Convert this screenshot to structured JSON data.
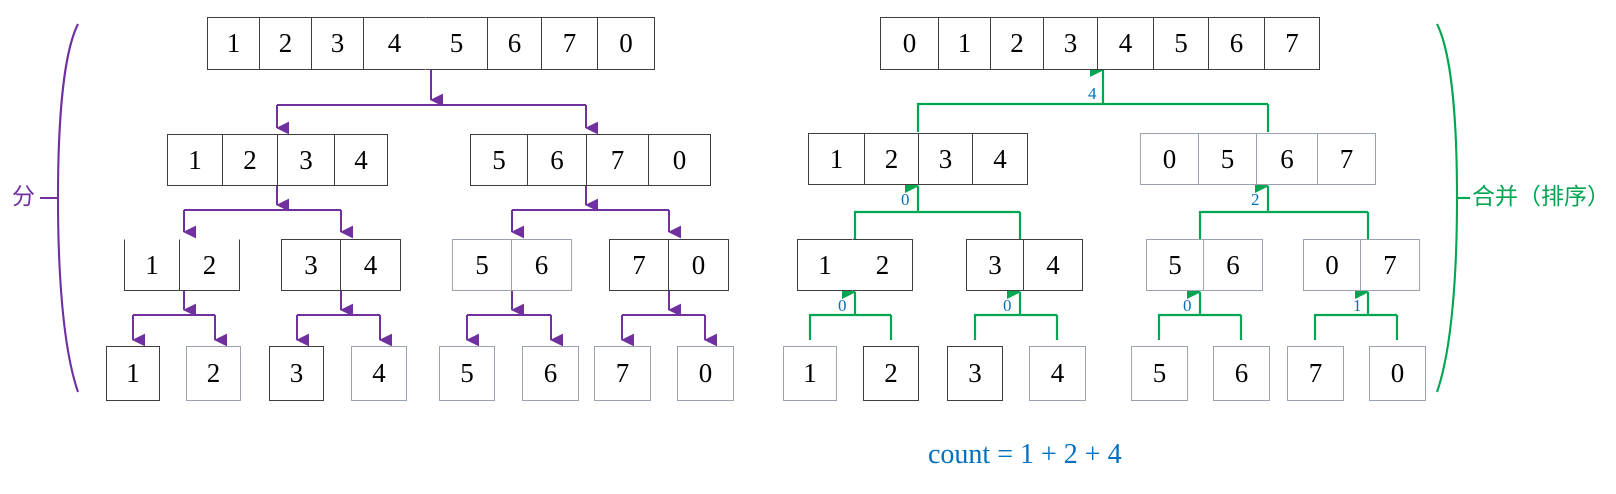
{
  "figure": {
    "title_formula": "count = 1 + 2 + 4",
    "colors": {
      "divide": "#7030a0",
      "merge": "#00a651",
      "count": "#0070c0",
      "box_border": "#3f3f3f",
      "text": "#000000"
    }
  },
  "left_tree": {
    "label": "分",
    "levels": [
      {
        "arrays": [
          {
            "values": [
              "1",
              "2",
              "3",
              "4",
              "5",
              "6",
              "7",
              "0"
            ]
          }
        ]
      },
      {
        "arrays": [
          {
            "values": [
              "1",
              "2",
              "3",
              "4"
            ]
          },
          {
            "values": [
              "5",
              "6",
              "7",
              "0"
            ]
          }
        ]
      },
      {
        "arrays": [
          {
            "values": [
              "1",
              "2"
            ]
          },
          {
            "values": [
              "3",
              "4"
            ]
          },
          {
            "values": [
              "5",
              "6"
            ]
          },
          {
            "values": [
              "7",
              "0"
            ]
          }
        ]
      },
      {
        "arrays": [
          {
            "values": [
              "1"
            ]
          },
          {
            "values": [
              "2"
            ]
          },
          {
            "values": [
              "3"
            ]
          },
          {
            "values": [
              "4"
            ]
          },
          {
            "values": [
              "5"
            ]
          },
          {
            "values": [
              "6"
            ]
          },
          {
            "values": [
              "7"
            ]
          },
          {
            "values": [
              "0"
            ]
          }
        ]
      }
    ]
  },
  "right_tree": {
    "label": "合并（排序）",
    "levels": [
      {
        "arrays": [
          {
            "values": [
              "0",
              "1",
              "2",
              "3",
              "4",
              "5",
              "6",
              "7"
            ]
          }
        ]
      },
      {
        "arrays": [
          {
            "values": [
              "1",
              "2",
              "3",
              "4"
            ]
          },
          {
            "values": [
              "0",
              "5",
              "6",
              "7"
            ]
          }
        ]
      },
      {
        "arrays": [
          {
            "values": [
              "1",
              "2"
            ]
          },
          {
            "values": [
              "3",
              "4"
            ]
          },
          {
            "values": [
              "5",
              "6"
            ]
          },
          {
            "values": [
              "0",
              "7"
            ]
          }
        ]
      },
      {
        "arrays": [
          {
            "values": [
              "1"
            ]
          },
          {
            "values": [
              "2"
            ]
          },
          {
            "values": [
              "3"
            ]
          },
          {
            "values": [
              "4"
            ]
          },
          {
            "values": [
              "5"
            ]
          },
          {
            "values": [
              "6"
            ]
          },
          {
            "values": [
              "7"
            ]
          },
          {
            "values": [
              "0"
            ]
          }
        ]
      }
    ],
    "merge_counts": {
      "to_root": "4",
      "to_level2": [
        "0",
        "2"
      ],
      "to_level3": [
        "0",
        "0",
        "0",
        "1"
      ]
    }
  },
  "chart_data": {
    "type": "diagram",
    "title": "Merge sort divide and conquer with inversion count",
    "annotations": {
      "divide_phase": "分",
      "merge_phase": "合并（排序）",
      "total": "count = 1 + 2 + 4"
    },
    "divide_levels": [
      [
        "1,2,3,4,5,6,7,0"
      ],
      [
        "1,2,3,4",
        "5,6,7,0"
      ],
      [
        "1,2",
        "3,4",
        "5,6",
        "7,0"
      ],
      [
        "1",
        "2",
        "3",
        "4",
        "5",
        "6",
        "7",
        "0"
      ]
    ],
    "merge_levels": [
      [
        "1",
        "2",
        "3",
        "4",
        "5",
        "6",
        "7",
        "0"
      ],
      [
        "1,2",
        "3,4",
        "5,6",
        "0,7"
      ],
      [
        "1,2,3,4",
        "0,5,6,7"
      ],
      [
        "0,1,2,3,4,5,6,7"
      ]
    ],
    "merge_step_counts": [
      [
        0,
        0,
        0,
        1
      ],
      [
        0,
        2
      ],
      [
        4
      ]
    ],
    "count_total_expression": "count = 1 + 2 + 4"
  }
}
